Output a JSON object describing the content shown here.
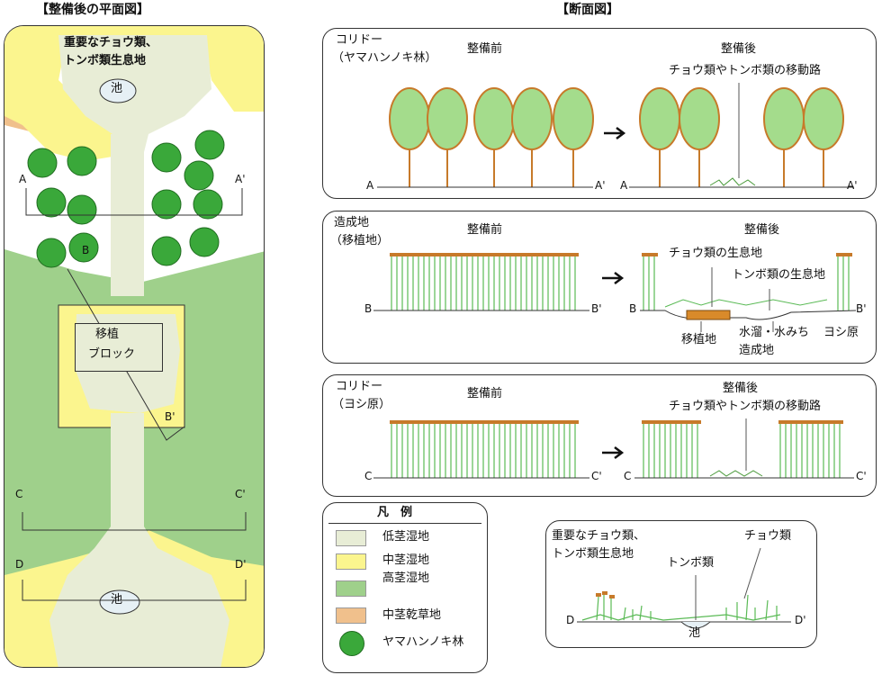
{
  "plan": {
    "title": "【整備後の平面図】",
    "label_top": [
      "重要なチョウ類、",
      "トンボ類生息地"
    ],
    "pond": "池",
    "block": [
      "移植",
      "ブロック"
    ],
    "marks": {
      "a": "A",
      "a2": "A'",
      "b": "B",
      "b2": "B'",
      "c": "C",
      "c2": "C'",
      "d": "D",
      "d2": "D'"
    }
  },
  "section": {
    "title": "【断面図】",
    "p1": {
      "label": [
        "コリドー",
        "（ヤマハンノキ林）"
      ],
      "before": "整備前",
      "after": "整備後",
      "note": "チョウ類やトンボ類の移動路",
      "a": "A",
      "a2": "A'"
    },
    "p2": {
      "label": [
        "造成地",
        "（移植地）"
      ],
      "before": "整備前",
      "after": "整備後",
      "note1": "チョウ類の生息地",
      "note2": "トンボ類の生息地",
      "note3": "移植地",
      "note4": "水溜・水みち",
      "note5": "ヨシ原",
      "note6": "造成地",
      "b": "B",
      "b2": "B'"
    },
    "p3": {
      "label": [
        "コリドー",
        "（ヨシ原）"
      ],
      "before": "整備前",
      "after": "整備後",
      "note": "チョウ類やトンボ類の移動路",
      "c": "C",
      "c2": "C'"
    },
    "p4": {
      "label": [
        "重要なチョウ類、",
        "トンボ類生息地"
      ],
      "note1": "チョウ類",
      "note2": "トンボ類",
      "pond": "池",
      "d": "D",
      "d2": "D'"
    }
  },
  "legend": {
    "title": "凡　例",
    "items": [
      {
        "label": "低茎湿地",
        "color": "#e8edd6"
      },
      {
        "label": "中茎湿地",
        "color": "#fbf58e"
      },
      {
        "label": "高茎湿地",
        "color": "#9fd08b"
      },
      {
        "label": "中茎乾草地",
        "color": "#f0c08c"
      },
      {
        "label": "ヤマハンノキ林",
        "color": "#3aa83a"
      }
    ]
  }
}
